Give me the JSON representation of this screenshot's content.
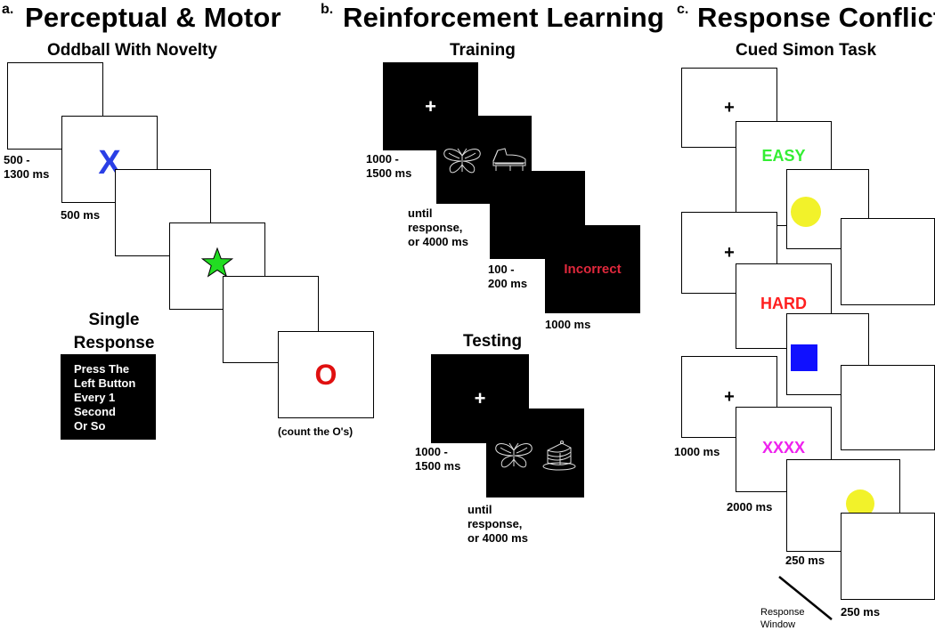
{
  "panels": {
    "a": {
      "letter": "a.",
      "title": "Perceptual & Motor",
      "subtitle": "Oddball With Novelty",
      "labels": {
        "t1": "500 -\n1300 ms",
        "t2": "500 ms",
        "count": "(count the O's)"
      },
      "stimuli": {
        "x": "X",
        "o": "O"
      },
      "single_response": {
        "heading": "Single\nResponse",
        "box_text": "Press The\nLeft Button\nEvery 1\nSecond\nOr So"
      },
      "colors": {
        "x": "#2a3fe6",
        "o": "#e01010",
        "star": "#22dd22"
      },
      "icons": [
        "star-icon"
      ]
    },
    "b": {
      "letter": "b.",
      "title": "Reinforcement Learning",
      "training": {
        "heading": "Training",
        "fixation": "+",
        "feedback": "Incorrect",
        "labels": {
          "t1": "1000 -\n1500 ms",
          "t2": "until\nresponse,\nor 4000 ms",
          "t3": "100 -\n200 ms",
          "t4": "1000 ms"
        }
      },
      "testing": {
        "heading": "Testing",
        "fixation": "+",
        "labels": {
          "t1": "1000 -\n1500 ms",
          "t2": "until\nresponse,\nor 4000 ms"
        }
      },
      "colors": {
        "feedback": "#e0283c"
      },
      "icons": [
        "butterfly-icon",
        "piano-icon",
        "cake-icon"
      ]
    },
    "c": {
      "letter": "c.",
      "title": "Response Conflict",
      "subtitle": "Cued Simon Task",
      "fixation": "+",
      "cues": {
        "easy": "EASY",
        "hard": "HARD",
        "none": "XXXX"
      },
      "labels": {
        "t1": "1000 ms",
        "t2": "2000 ms",
        "t3": "250 ms",
        "t4": "250 ms",
        "window": "Response\nWindow"
      },
      "colors": {
        "easy": "#33ee33",
        "hard": "#ff2020",
        "none": "#ee22ee",
        "circle": "#f2f22a",
        "square": "#1010ff"
      },
      "icons": [
        "circle-icon",
        "square-icon"
      ]
    }
  }
}
